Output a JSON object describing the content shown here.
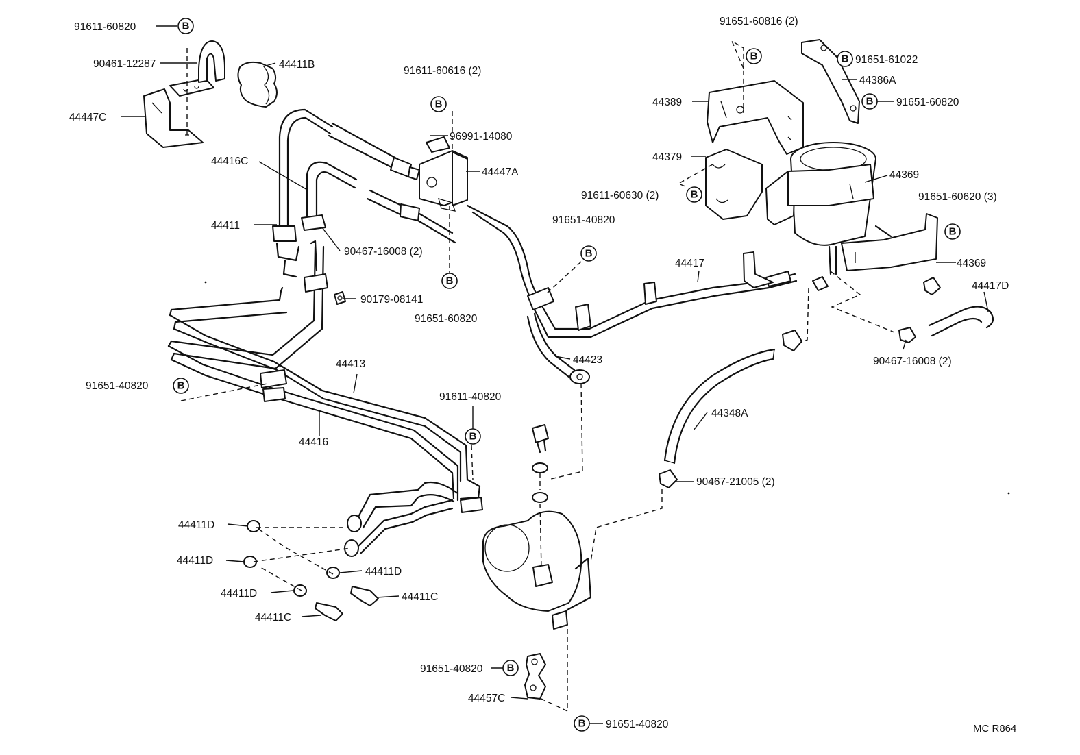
{
  "badge_letter": "B",
  "diagram_code": "MC R864",
  "labels": {
    "l01": "91611-60820",
    "l02": "90461-12287",
    "l03": "44411B",
    "l04": "44447C",
    "l05": "91611-60616 (2)",
    "l06": "96991-14080",
    "l07": "44447A",
    "l08": "44416C",
    "l09": "44411",
    "l10": "90467-16008 (2)",
    "l11": "90179-08141",
    "l12": "91651-60820",
    "l13": "91651-60816 (2)",
    "l14": "91651-61022",
    "l15": "44386A",
    "l16": "91651-60820",
    "l17": "44389",
    "l18": "44379",
    "l19": "44369",
    "l20": "91611-60630 (2)",
    "l21": "91651-60620 (3)",
    "l22": "91651-40820",
    "l23": "44417",
    "l24": "44369",
    "l25": "44417D",
    "l26": "44423",
    "l27": "90467-16008 (2)",
    "l28": "44413",
    "l29": "91651-40820",
    "l30": "91611-40820",
    "l31": "44348A",
    "l32": "44416",
    "l33": "90467-21005 (2)",
    "l34": "44411D",
    "l35": "44411D",
    "l36": "44411D",
    "l37": "44411D",
    "l38": "44411C",
    "l39": "44411C",
    "l40": "91651-40820",
    "l41": "44457C",
    "l42": "91651-40820"
  }
}
